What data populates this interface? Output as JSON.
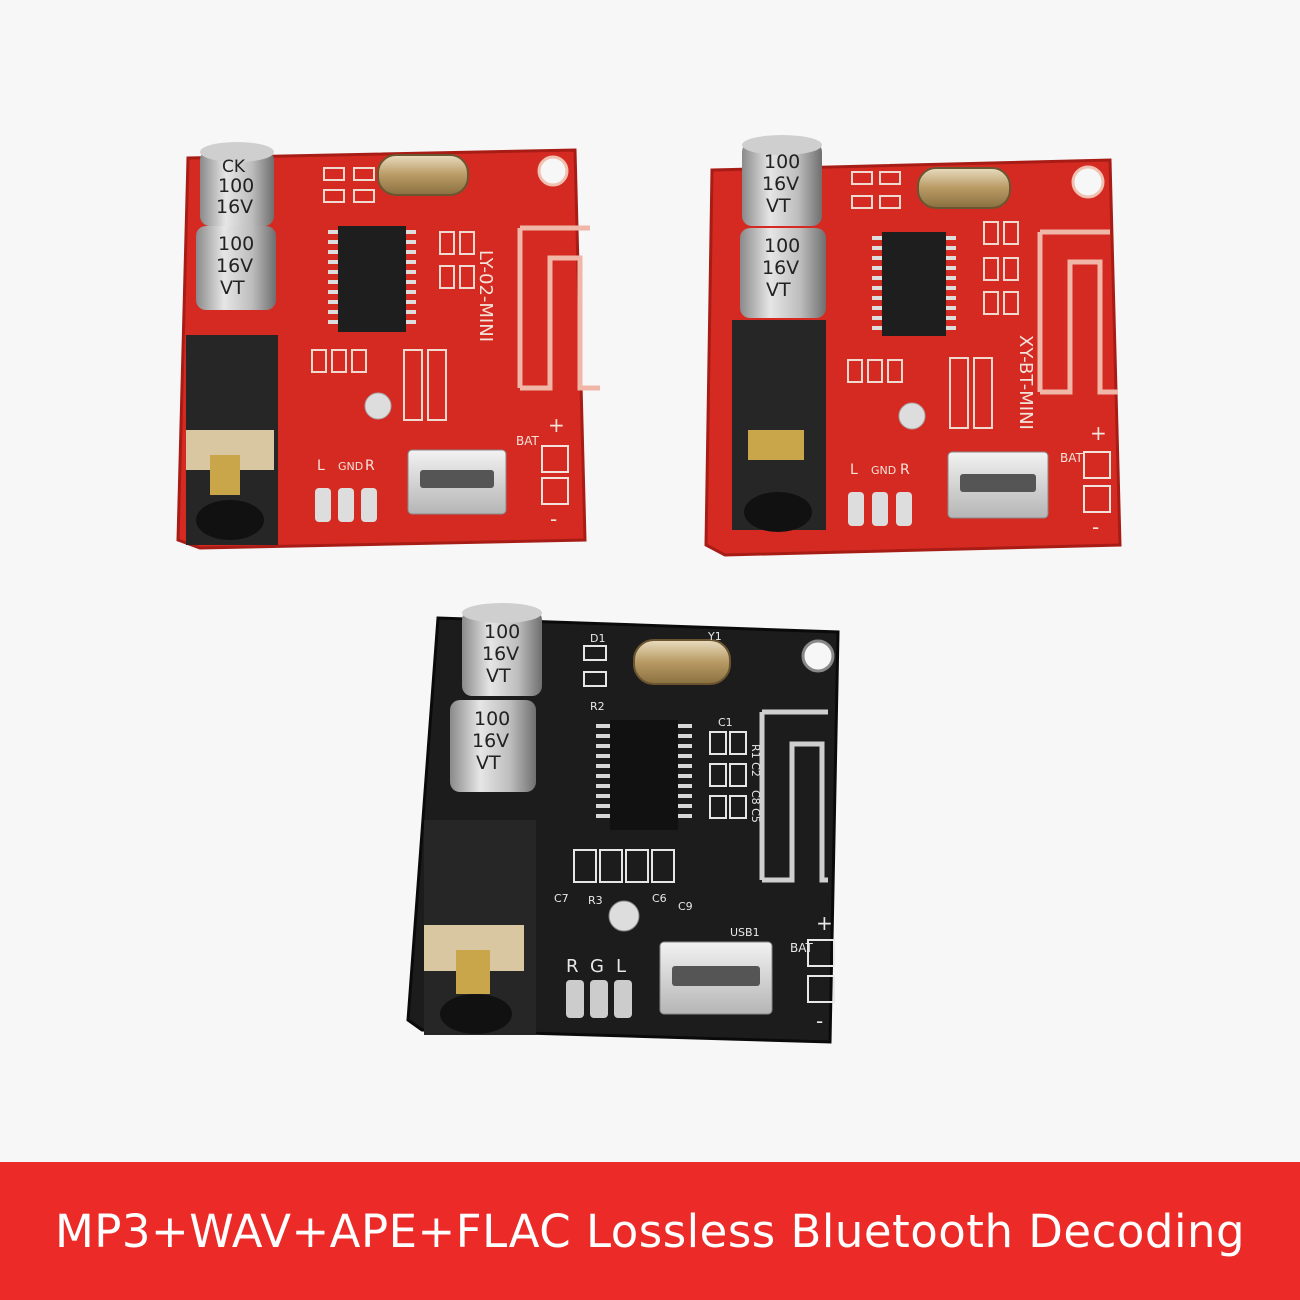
{
  "banner": {
    "text": "MP3+WAV+APE+FLAC Lossless Bluetooth Decoding"
  },
  "colors": {
    "background": "#f7f7f7",
    "banner": "#ec2a27",
    "banner_text": "#ffffff",
    "red_board": "#d42a22",
    "black_board": "#1c1c1c"
  },
  "board_left": {
    "model": "LY-02-MINI",
    "cap_top": [
      "CK",
      "100",
      "16V"
    ],
    "cap_bottom": [
      "100",
      "16V",
      "VT"
    ],
    "pin_labels": [
      "L",
      "GND",
      "R"
    ],
    "bat_label": "BAT",
    "plus": "+",
    "minus": "-"
  },
  "board_right": {
    "model": "XY-BT-MINI",
    "cap_top": [
      "100",
      "16V",
      "VT"
    ],
    "cap_bottom": [
      "100",
      "16V",
      "VT"
    ],
    "pin_labels": [
      "L",
      "GND",
      "R"
    ],
    "bat_label": "BAT",
    "plus": "+",
    "minus": "-"
  },
  "board_black": {
    "cap_top": [
      "100",
      "16V",
      "VT"
    ],
    "cap_bottom": [
      "100",
      "16V",
      "VT"
    ],
    "pin_labels": [
      "R",
      "G",
      "L"
    ],
    "refs": {
      "d1": "D1",
      "y1": "Y1",
      "r2": "R2",
      "c1": "C1",
      "r1c2": "R1 C2",
      "c8c5": "C8 C5",
      "c7": "C7",
      "r3": "R3",
      "c6": "C6",
      "c9": "C9",
      "usb": "USB1"
    },
    "bat_label": "BAT",
    "plus": "+",
    "minus": "-"
  }
}
